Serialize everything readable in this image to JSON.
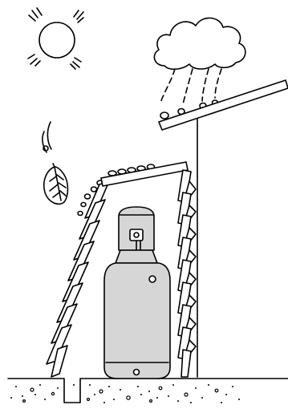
{
  "colors": {
    "stroke": "#000000",
    "cloud_fill": "#ffffff",
    "tank_fill": "#d6d6d6",
    "ground_fill": "#ffffff",
    "background": "#ffffff"
  },
  "elements": {
    "sun": "sun-icon",
    "cloud": "cloud-icon",
    "rain": "rain-icon",
    "wind": "wind-icon",
    "leaf": "leaf-icon",
    "tank": "gas-tank",
    "shelter": "lean-to-enclosure",
    "wall": "building-wall",
    "roof": "building-roof-overhang",
    "ground": "ground-soil"
  }
}
